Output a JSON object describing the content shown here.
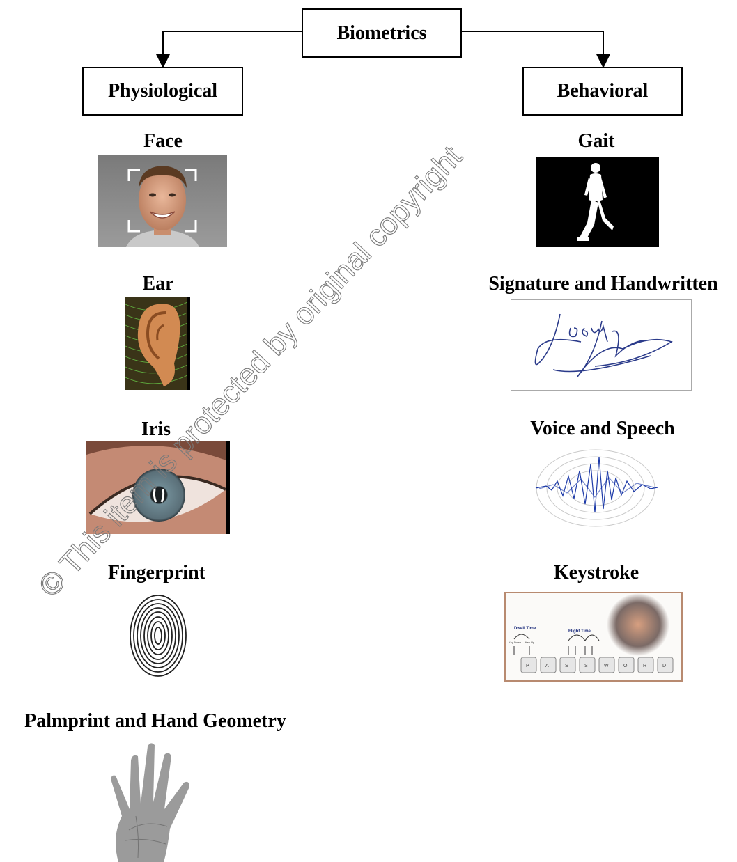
{
  "root": {
    "label": "Biometrics"
  },
  "categories": {
    "physiological": "Physiological",
    "behavioral": "Behavioral"
  },
  "physiological_items": [
    {
      "label": "Face",
      "icon": "face-photo"
    },
    {
      "label": "Ear",
      "icon": "ear-photo"
    },
    {
      "label": "Iris",
      "icon": "iris-photo"
    },
    {
      "label": "Fingerprint",
      "icon": "fingerprint-image"
    },
    {
      "label": "Palmprint and Hand Geometry",
      "icon": "palmprint-image"
    }
  ],
  "behavioral_items": [
    {
      "label": "Gait",
      "icon": "walking-silhouette"
    },
    {
      "label": "Signature and Handwritten",
      "icon": "signature-image"
    },
    {
      "label": "Voice and Speech",
      "icon": "voice-waveform"
    },
    {
      "label": "Keystroke",
      "icon": "keystroke-diagram"
    }
  ],
  "keystroke_panel": {
    "dwell": "Dwell Time",
    "flight": "Flight Time",
    "keydown": "Key Down",
    "keyup": "Key Up",
    "keys": [
      "P",
      "A",
      "S",
      "S",
      "W",
      "O",
      "R",
      "D"
    ]
  },
  "watermark": "© This item is protected by original copyright"
}
